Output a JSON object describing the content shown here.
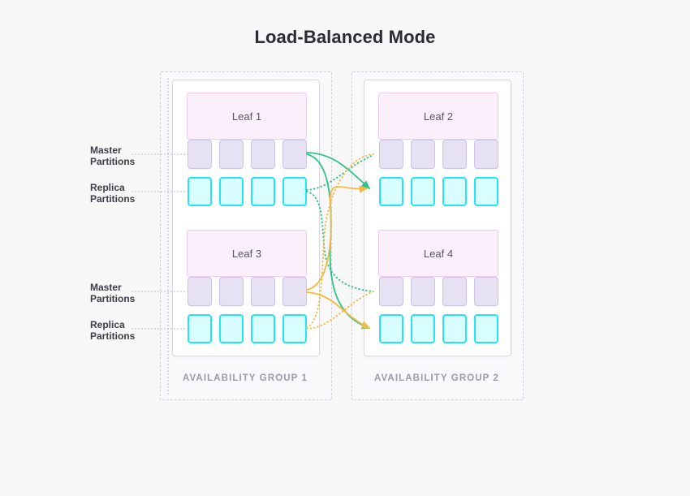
{
  "title": "Load-Balanced Mode",
  "colors": {
    "background": "#f7f7f8",
    "card_bg": "#ffffff",
    "leaf_fill": "#fbeffb",
    "leaf_border": "#f3c9ef",
    "master_fill": "#e6e2f3",
    "master_border": "#cbc3e8",
    "replica_fill": "#d9feff",
    "replica_border": "#23e5f5",
    "flow_green": "#2ec48a",
    "flow_orange": "#f5b942",
    "group_border": "#cfcfd6",
    "label_text": "#9a9aa8"
  },
  "groups": [
    {
      "id": "availability-group-1",
      "label": "AVAILABILITY GROUP 1",
      "leaves": [
        {
          "name": "Leaf 1",
          "master_count": 4,
          "replica_count": 4,
          "master_label": "Master\nPartitions",
          "replica_label": "Replica\nPartitions"
        },
        {
          "name": "Leaf 3",
          "master_count": 4,
          "replica_count": 4,
          "master_label": "Master\nPartitions",
          "replica_label": "Replica\nPartitions"
        }
      ]
    },
    {
      "id": "availability-group-2",
      "label": "AVAILABILITY GROUP 2",
      "leaves": [
        {
          "name": "Leaf 2",
          "master_count": 4,
          "replica_count": 4
        },
        {
          "name": "Leaf 4",
          "master_count": 4,
          "replica_count": 4
        }
      ]
    }
  ],
  "side_labels": {
    "master_top_line1": "Master",
    "master_top_line2": "Partitions",
    "replica_top_line1": "Replica",
    "replica_top_line2": "Partitions",
    "master_bottom_line1": "Master",
    "master_bottom_line2": "Partitions",
    "replica_bottom_line1": "Replica",
    "replica_bottom_line2": "Partitions"
  },
  "leaf_names": {
    "leaf1": "Leaf 1",
    "leaf2": "Leaf 2",
    "leaf3": "Leaf 3",
    "leaf4": "Leaf 4"
  },
  "flows": [
    {
      "from": "leaf1-master",
      "to": "leaf4-replica",
      "style": "solid",
      "color": "#2ec48a"
    },
    {
      "from": "leaf1-master",
      "to": "leaf2-replica",
      "style": "solid",
      "color": "#2ec48a"
    },
    {
      "from": "leaf1-replica",
      "to": "leaf2-master",
      "style": "dotted",
      "color": "#2ec48a"
    },
    {
      "from": "leaf1-replica",
      "to": "leaf4-master",
      "style": "dotted",
      "color": "#2ec48a"
    },
    {
      "from": "leaf3-master",
      "to": "leaf2-replica",
      "style": "solid",
      "color": "#f5b942"
    },
    {
      "from": "leaf3-master",
      "to": "leaf4-replica",
      "style": "solid",
      "color": "#f5b942"
    },
    {
      "from": "leaf3-replica",
      "to": "leaf4-master",
      "style": "dotted",
      "color": "#f5b942"
    },
    {
      "from": "leaf3-replica",
      "to": "leaf2-master",
      "style": "dotted",
      "color": "#f5b942"
    }
  ]
}
